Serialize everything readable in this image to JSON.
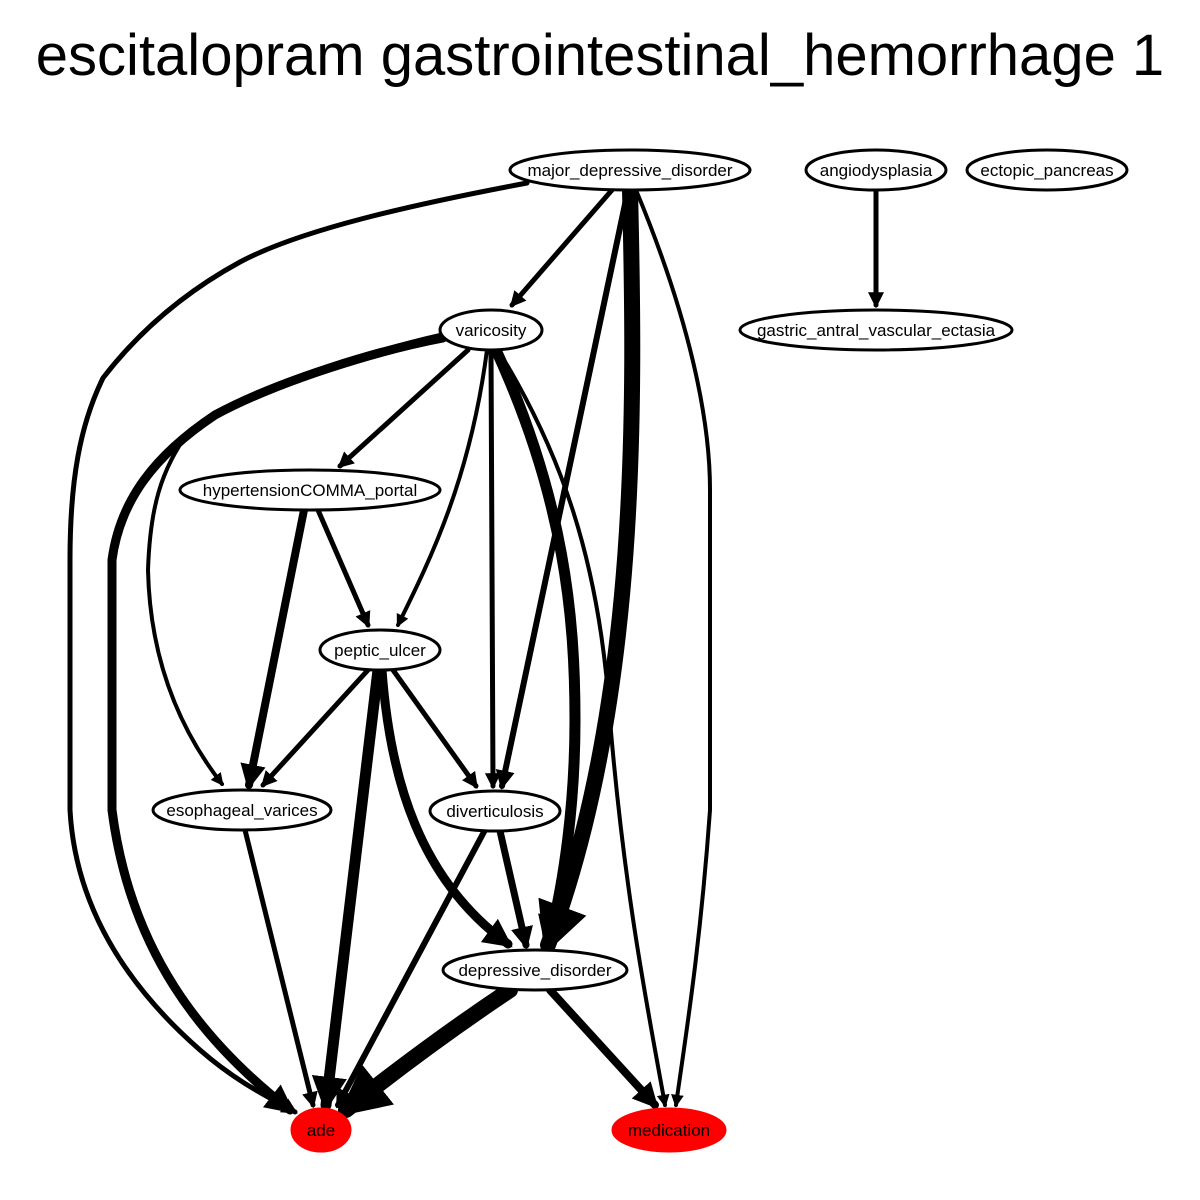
{
  "title": "escitalopram gastrointestinal_hemorrhage 1",
  "colors": {
    "highlight": "#ff0000",
    "stroke": "#000000",
    "fill": "#ffffff"
  },
  "nodes": [
    {
      "id": "major_depressive_disorder",
      "label": "major_depressive_disorder",
      "highlight": false
    },
    {
      "id": "angiodysplasia",
      "label": "angiodysplasia",
      "highlight": false
    },
    {
      "id": "ectopic_pancreas",
      "label": "ectopic_pancreas",
      "highlight": false
    },
    {
      "id": "varicosity",
      "label": "varicosity",
      "highlight": false
    },
    {
      "id": "gastric_antral_vascular_ectasia",
      "label": "gastric_antral_vascular_ectasia",
      "highlight": false
    },
    {
      "id": "hypertension_portal",
      "label": "hypertensionCOMMA_portal",
      "highlight": false
    },
    {
      "id": "peptic_ulcer",
      "label": "peptic_ulcer",
      "highlight": false
    },
    {
      "id": "esophageal_varices",
      "label": "esophageal_varices",
      "highlight": false
    },
    {
      "id": "diverticulosis",
      "label": "diverticulosis",
      "highlight": false
    },
    {
      "id": "depressive_disorder",
      "label": "depressive_disorder",
      "highlight": false
    },
    {
      "id": "ade",
      "label": "ade",
      "highlight": true
    },
    {
      "id": "medication",
      "label": "medication",
      "highlight": true
    }
  ],
  "edges": [
    {
      "from": "major_depressive_disorder",
      "to": "ade",
      "weight": 5
    },
    {
      "from": "major_depressive_disorder",
      "to": "varicosity",
      "weight": 5
    },
    {
      "from": "major_depressive_disorder",
      "to": "diverticulosis",
      "weight": 6
    },
    {
      "from": "major_depressive_disorder",
      "to": "depressive_disorder",
      "weight": 16
    },
    {
      "from": "major_depressive_disorder",
      "to": "medication",
      "weight": 4
    },
    {
      "from": "angiodysplasia",
      "to": "gastric_antral_vascular_ectasia",
      "weight": 5
    },
    {
      "from": "varicosity",
      "to": "ade",
      "weight": 9
    },
    {
      "from": "varicosity",
      "to": "esophageal_varices",
      "weight": 4
    },
    {
      "from": "varicosity",
      "to": "hypertension_portal",
      "weight": 5
    },
    {
      "from": "varicosity",
      "to": "peptic_ulcer",
      "weight": 4
    },
    {
      "from": "varicosity",
      "to": "diverticulosis",
      "weight": 5
    },
    {
      "from": "varicosity",
      "to": "depressive_disorder",
      "weight": 11
    },
    {
      "from": "varicosity",
      "to": "medication",
      "weight": 4
    },
    {
      "from": "hypertension_portal",
      "to": "esophageal_varices",
      "weight": 8
    },
    {
      "from": "hypertension_portal",
      "to": "peptic_ulcer",
      "weight": 5
    },
    {
      "from": "peptic_ulcer",
      "to": "esophageal_varices",
      "weight": 5
    },
    {
      "from": "peptic_ulcer",
      "to": "ade",
      "weight": 11
    },
    {
      "from": "peptic_ulcer",
      "to": "diverticulosis",
      "weight": 5
    },
    {
      "from": "peptic_ulcer",
      "to": "depressive_disorder",
      "weight": 9
    },
    {
      "from": "esophageal_varices",
      "to": "ade",
      "weight": 5
    },
    {
      "from": "diverticulosis",
      "to": "ade",
      "weight": 6
    },
    {
      "from": "diverticulosis",
      "to": "depressive_disorder",
      "weight": 7
    },
    {
      "from": "depressive_disorder",
      "to": "ade",
      "weight": 16
    },
    {
      "from": "depressive_disorder",
      "to": "medication",
      "weight": 8
    }
  ]
}
